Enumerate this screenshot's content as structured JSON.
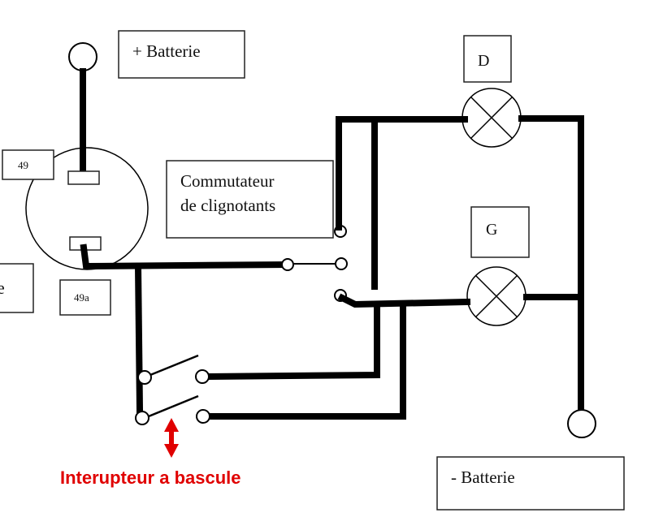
{
  "diagram": {
    "type": "wiring-schematic",
    "language": "fr",
    "labels": {
      "battery_positive": "+ Batterie",
      "battery_negative": "- Batterie",
      "relay_terminal_49": "49",
      "relay_terminal_49a": "49a",
      "switch_box_line1": "Commutateur",
      "switch_box_line2": "de clignotants",
      "lamp_right": "D",
      "lamp_left": "G",
      "partial_left_label": "e",
      "annotation": "Interupteur a bascule"
    },
    "colors": {
      "wire": "#000000",
      "annotation": "#e00000",
      "background": "#ffffff"
    },
    "components": [
      {
        "id": "battery-positive-terminal",
        "label": "+ Batterie"
      },
      {
        "id": "flasher-relay",
        "terminals": [
          "49",
          "49a"
        ]
      },
      {
        "id": "indicator-switch",
        "label": "Commutateur de clignotants",
        "contacts": 4
      },
      {
        "id": "lamp-right",
        "label": "D"
      },
      {
        "id": "lamp-left",
        "label": "G"
      },
      {
        "id": "rocker-switch",
        "label": "Interupteur a bascule",
        "poles": 2
      },
      {
        "id": "battery-negative-terminal",
        "label": "- Batterie"
      }
    ]
  }
}
